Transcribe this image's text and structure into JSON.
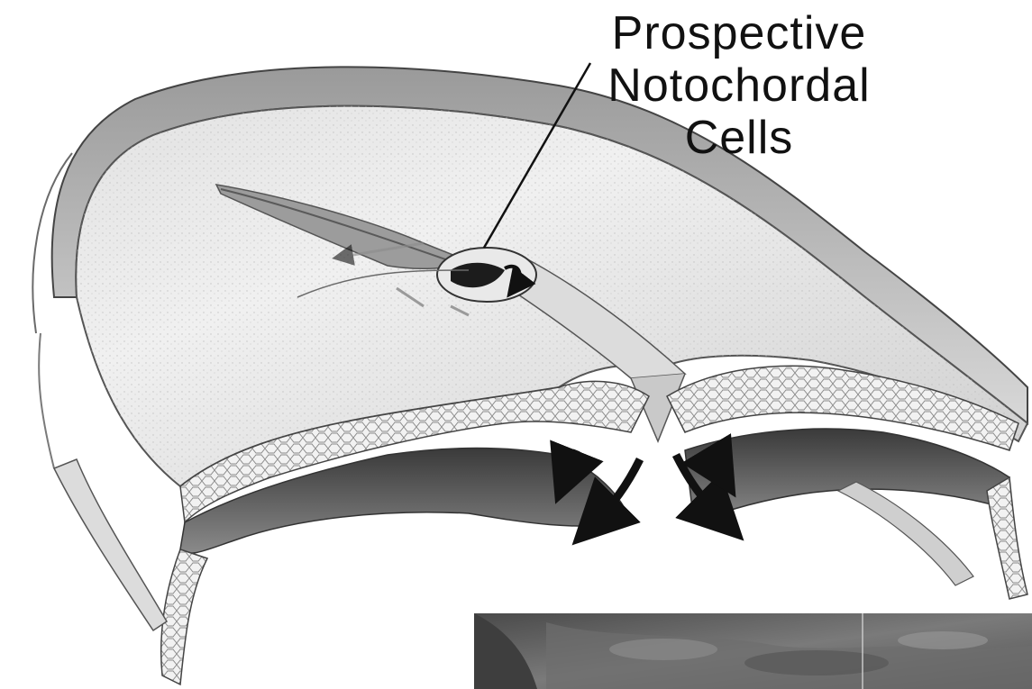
{
  "figure": {
    "label_lines": [
      "Prospective",
      "Notochordal",
      "Cells"
    ]
  }
}
